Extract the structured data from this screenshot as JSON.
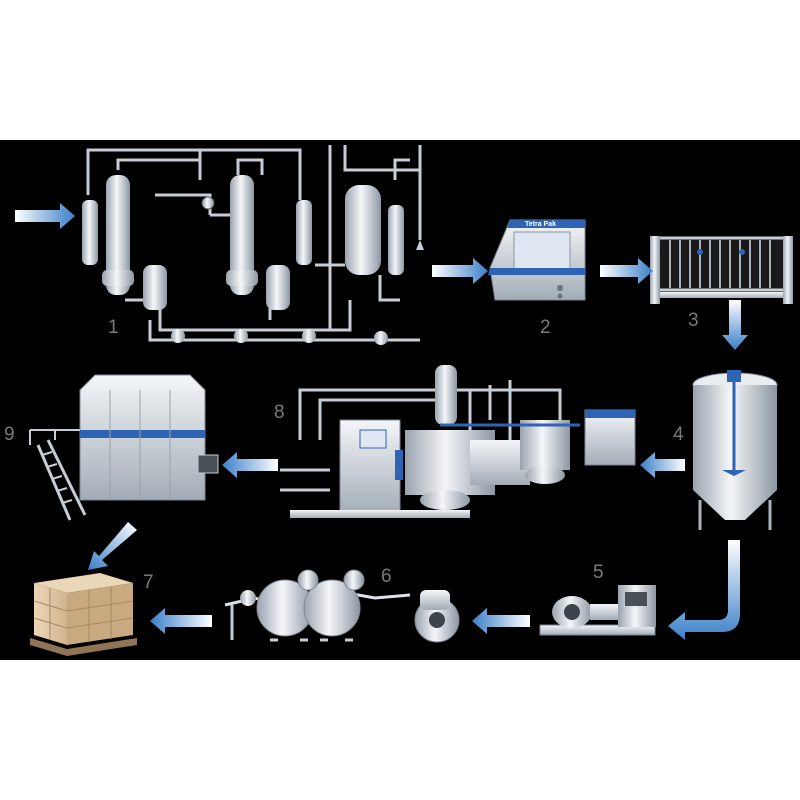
{
  "background": "#000000",
  "colors": {
    "arrow_light": "#ffffff",
    "arrow_blue": "#3a7fc8",
    "steel_light": "#f4f6f9",
    "steel_dark": "#9aa3ad",
    "accent_blue": "#2f63b4",
    "number_gray": "#7a7a7a",
    "box_tan": "#e2c8a6",
    "box_dark": "#b49672"
  },
  "stations": {
    "s1": {
      "label": "1",
      "icon": "evaporator-deaerator-icon"
    },
    "s2": {
      "label": "2",
      "icon": "hmi-control-panel-icon",
      "brand": "Tetra Pak"
    },
    "s3": {
      "label": "3",
      "icon": "plate-heat-exchanger-icon"
    },
    "s4": {
      "label": "4",
      "icon": "mixing-tank-icon"
    },
    "s5": {
      "label": "5",
      "icon": "homogenizer-icon"
    },
    "s6": {
      "label": "6",
      "icon": "packaging-material-rolls-icon"
    },
    "s7": {
      "label": "7",
      "icon": "pallet-boxes-icon"
    },
    "s8": {
      "label": "8",
      "icon": "uht-processing-unit-icon"
    },
    "s9": {
      "label": "9",
      "icon": "aseptic-filling-machine-icon"
    }
  }
}
